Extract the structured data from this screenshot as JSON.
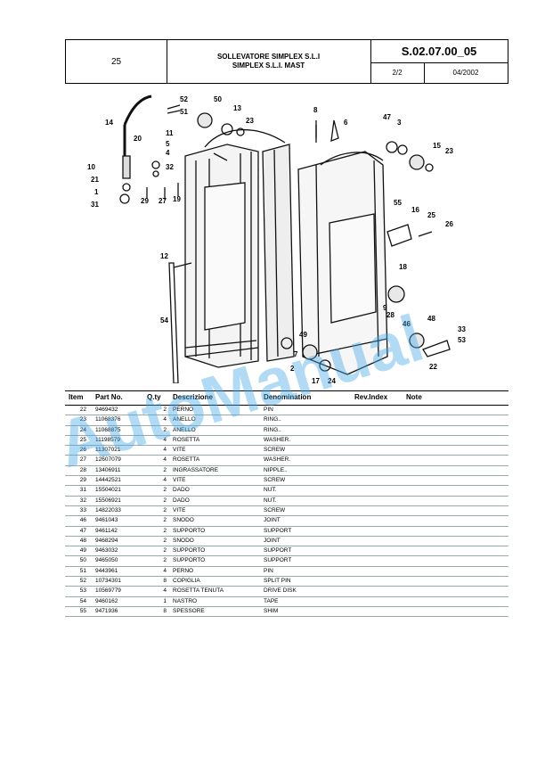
{
  "header": {
    "page_number": "25",
    "title_it": "SOLLEVATORE SIMPLEX S.L.I",
    "title_en": "SIMPLEX S.L.I. MAST",
    "code": "S.02.07.00_05",
    "page": "2/2",
    "date": "04/2002"
  },
  "diagram": {
    "callouts": [
      "14",
      "52",
      "51",
      "50",
      "13",
      "23",
      "8",
      "6",
      "47",
      "3",
      "15",
      "23",
      "11",
      "20",
      "5",
      "4",
      "32",
      "10",
      "21",
      "1",
      "31",
      "29",
      "27",
      "19",
      "55",
      "16",
      "25",
      "26",
      "12",
      "18",
      "54",
      "28",
      "49",
      "46",
      "48",
      "33",
      "53",
      "17",
      "24",
      "7",
      "22",
      "2",
      "9"
    ]
  },
  "table": {
    "headers": {
      "item": "Item",
      "part_no": "Part No.",
      "qty": "Q.ty",
      "descrizione": "Descrizione",
      "denomination": "Denomination",
      "rev_index": "Rev.Index",
      "note": "Note"
    },
    "rows": [
      {
        "item": "22",
        "part_no": "9469432",
        "qty": "2",
        "descrizione": "PERNO",
        "denomination": "PIN"
      },
      {
        "item": "23",
        "part_no": "11068376",
        "qty": "4",
        "descrizione": "ANELLO",
        "denomination": "RING.."
      },
      {
        "item": "24",
        "part_no": "11068875",
        "qty": "2",
        "descrizione": "ANELLO",
        "denomination": "RING.."
      },
      {
        "item": "25",
        "part_no": "11198579",
        "qty": "4",
        "descrizione": "ROSETTA",
        "denomination": "WASHER."
      },
      {
        "item": "26",
        "part_no": "11307021",
        "qty": "4",
        "descrizione": "VITE",
        "denomination": "SCREW"
      },
      {
        "item": "27",
        "part_no": "12607079",
        "qty": "4",
        "descrizione": "ROSETTA",
        "denomination": "WASHER."
      },
      {
        "item": "28",
        "part_no": "13406911",
        "qty": "2",
        "descrizione": "INGRASSATORE",
        "denomination": "NIPPLE.."
      },
      {
        "item": "29",
        "part_no": "14442521",
        "qty": "4",
        "descrizione": "VITE",
        "denomination": "SCREW"
      },
      {
        "item": "31",
        "part_no": "15504021",
        "qty": "2",
        "descrizione": "DADO",
        "denomination": "NUT."
      },
      {
        "item": "32",
        "part_no": "15506921",
        "qty": "2",
        "descrizione": "DADO",
        "denomination": "NUT."
      },
      {
        "item": "33",
        "part_no": "14822033",
        "qty": "2",
        "descrizione": "VITE",
        "denomination": "SCREW"
      },
      {
        "item": "46",
        "part_no": "9461043",
        "qty": "2",
        "descrizione": "SNODO",
        "denomination": "JOINT"
      },
      {
        "item": "47",
        "part_no": "9461142",
        "qty": "2",
        "descrizione": "SUPPORTO",
        "denomination": "SUPPORT"
      },
      {
        "item": "48",
        "part_no": "9468294",
        "qty": "2",
        "descrizione": "SNODO",
        "denomination": "JOINT"
      },
      {
        "item": "49",
        "part_no": "9463032",
        "qty": "2",
        "descrizione": "SUPPORTO",
        "denomination": "SUPPORT"
      },
      {
        "item": "50",
        "part_no": "9465050",
        "qty": "2",
        "descrizione": "SUPPORTO",
        "denomination": "SUPPORT"
      },
      {
        "item": "51",
        "part_no": "9443961",
        "qty": "4",
        "descrizione": "PERNO",
        "denomination": "PIN"
      },
      {
        "item": "52",
        "part_no": "10734301",
        "qty": "8",
        "descrizione": "COPIGLIA",
        "denomination": "SPLIT PIN"
      },
      {
        "item": "53",
        "part_no": "10569779",
        "qty": "4",
        "descrizione": "ROSETTA TENUTA",
        "denomination": "DRIVE DISK"
      },
      {
        "item": "54",
        "part_no": "9460162",
        "qty": "1",
        "descrizione": "NASTRO",
        "denomination": "TAPE"
      },
      {
        "item": "55",
        "part_no": "9471936",
        "qty": "8",
        "descrizione": "SPESSORE",
        "denomination": "SHIM"
      }
    ]
  },
  "watermark": "AutoManual",
  "colors": {
    "watermark": "#46aae6",
    "row_rule": "#99aaaa"
  }
}
